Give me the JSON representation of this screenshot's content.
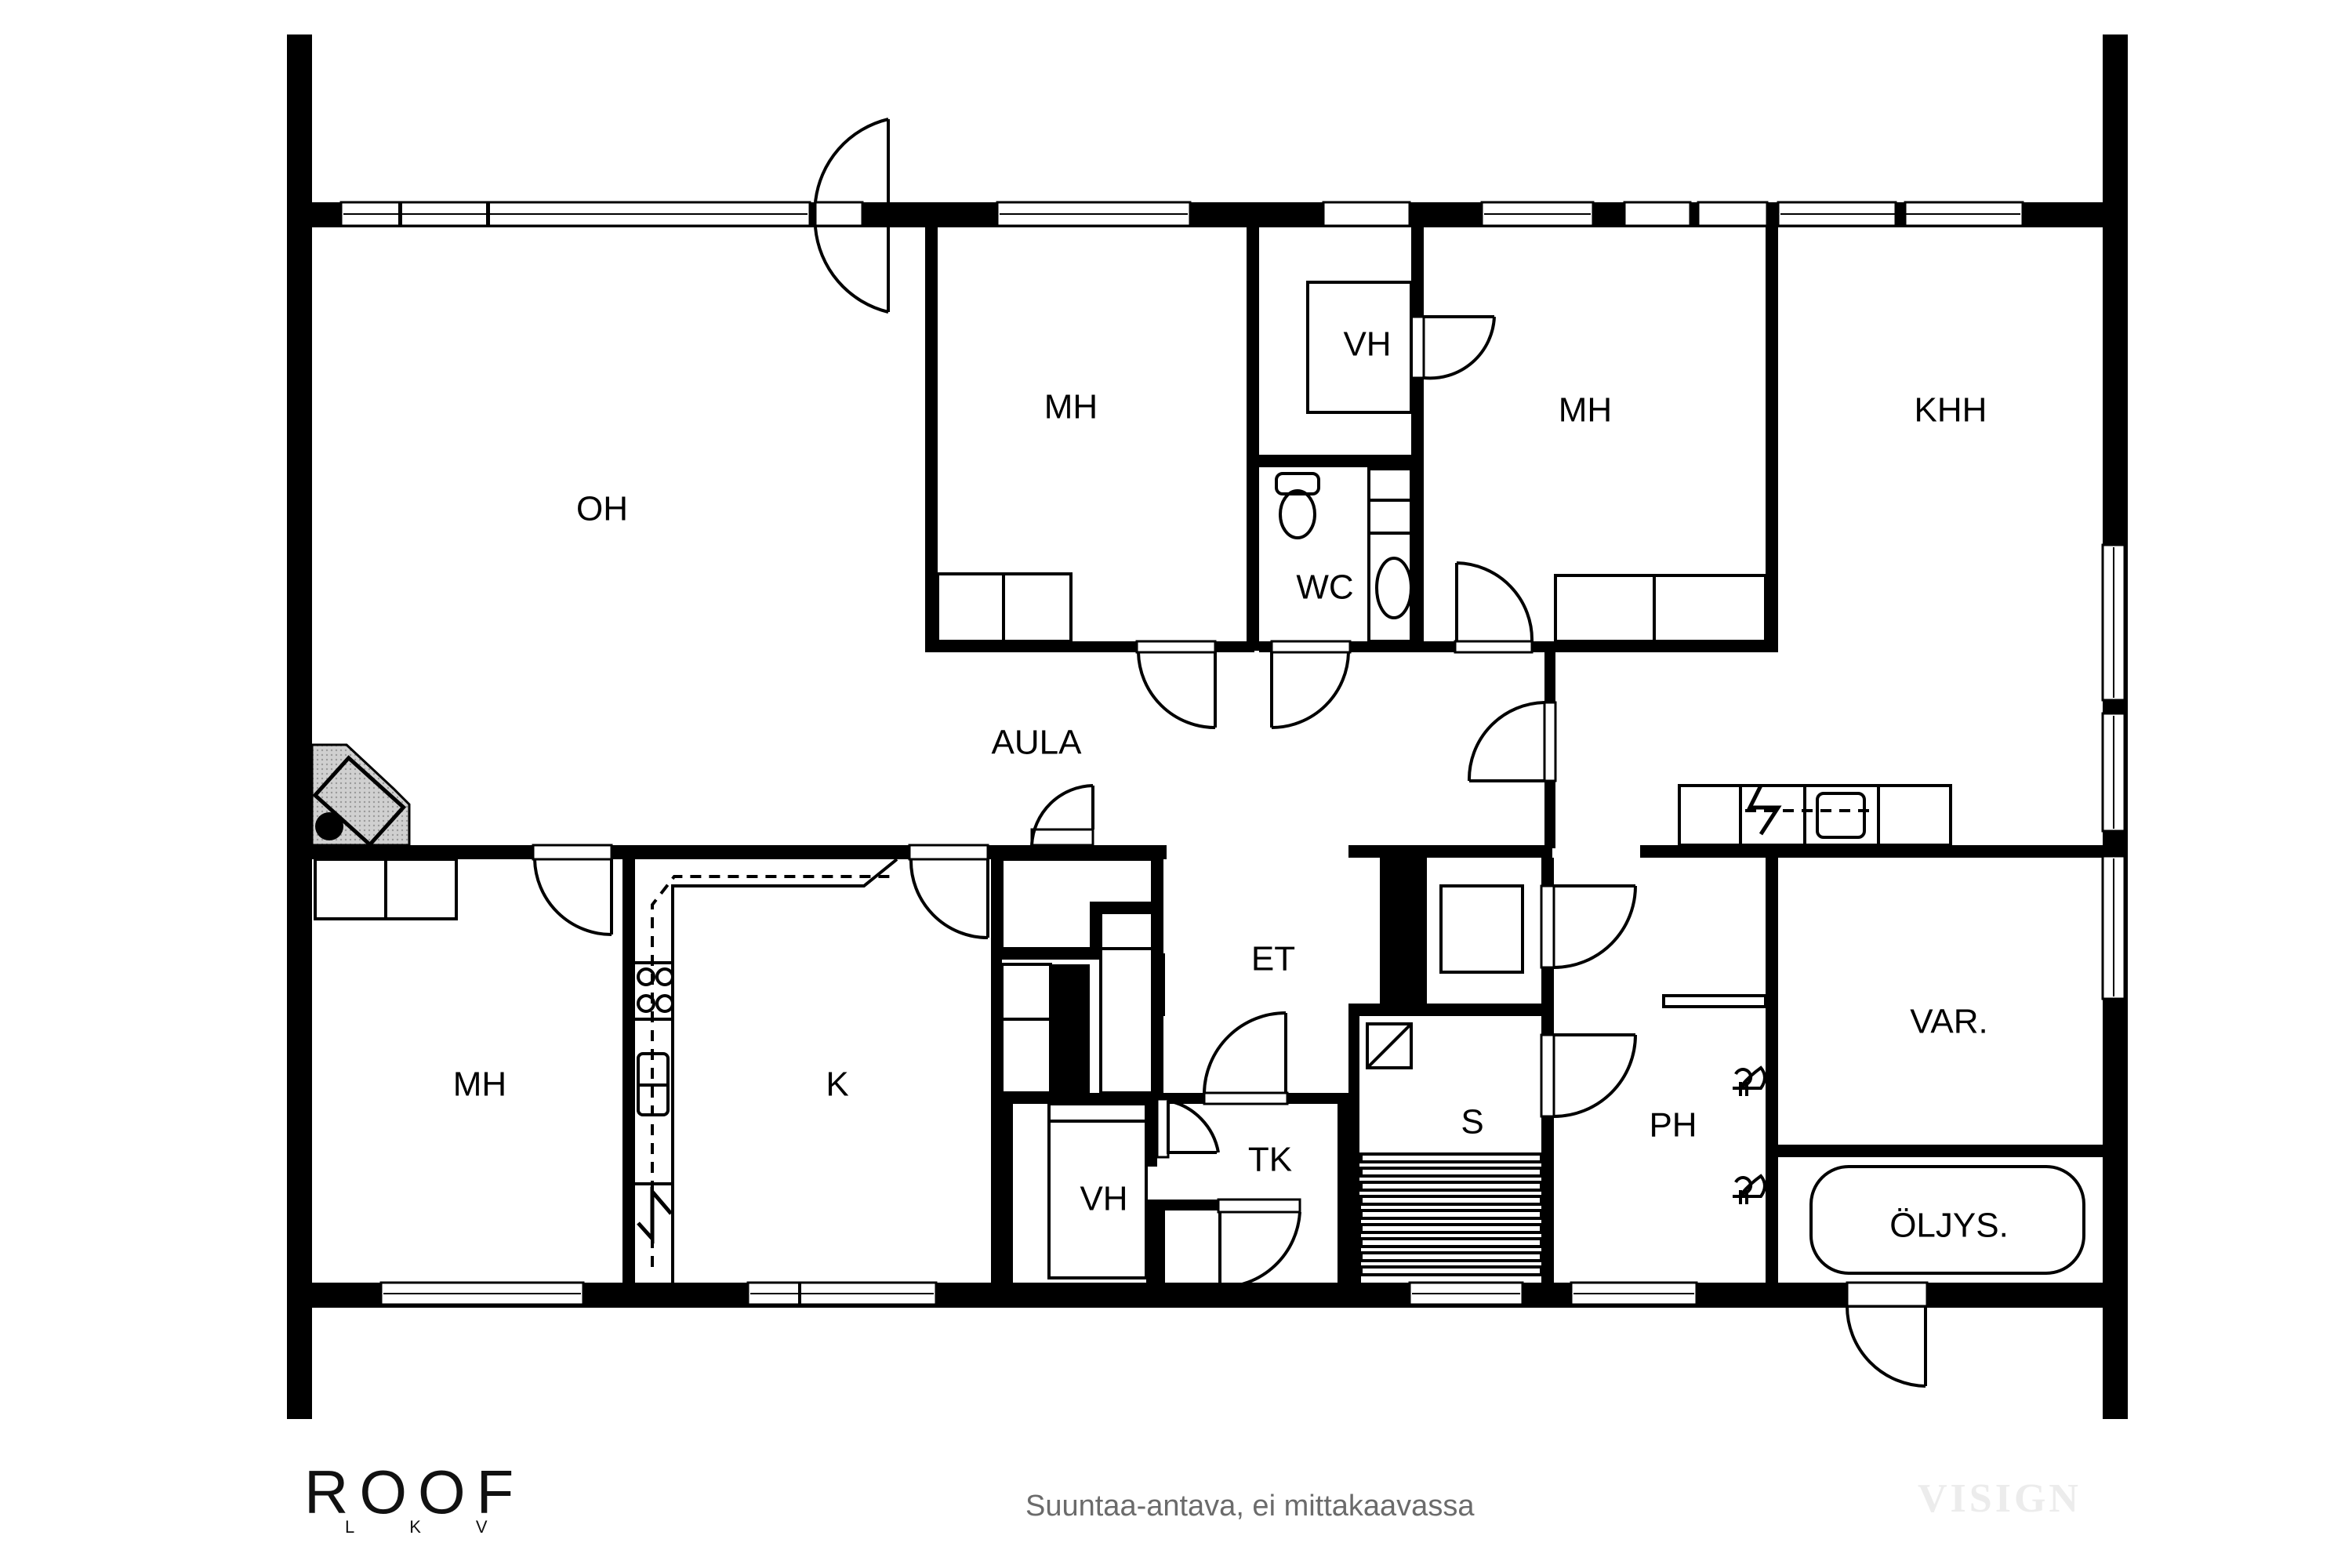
{
  "rooms": {
    "oh": "OH",
    "mh_top_left": "MH",
    "vh_top": "VH",
    "wc": "WC",
    "mh_top_right": "MH",
    "khh": "KHH",
    "aula": "AULA",
    "mh_bottom": "MH",
    "k": "K",
    "et": "ET",
    "tk": "TK",
    "vh_bottom": "VH",
    "s": "S",
    "ph": "PH",
    "var": "VAR.",
    "oljys": "ÖLJYS."
  },
  "footer": {
    "brand": "ROOF",
    "brand_sub": "LKV",
    "note": "Suuntaa-antava, ei mittakaavassa",
    "watermark": "VISIGN"
  },
  "colors": {
    "wall": "#000000",
    "background": "#ffffff",
    "fireplace_fill": "#c8c8c8",
    "note_text": "#6b6b6b",
    "watermark": "#ececec"
  }
}
